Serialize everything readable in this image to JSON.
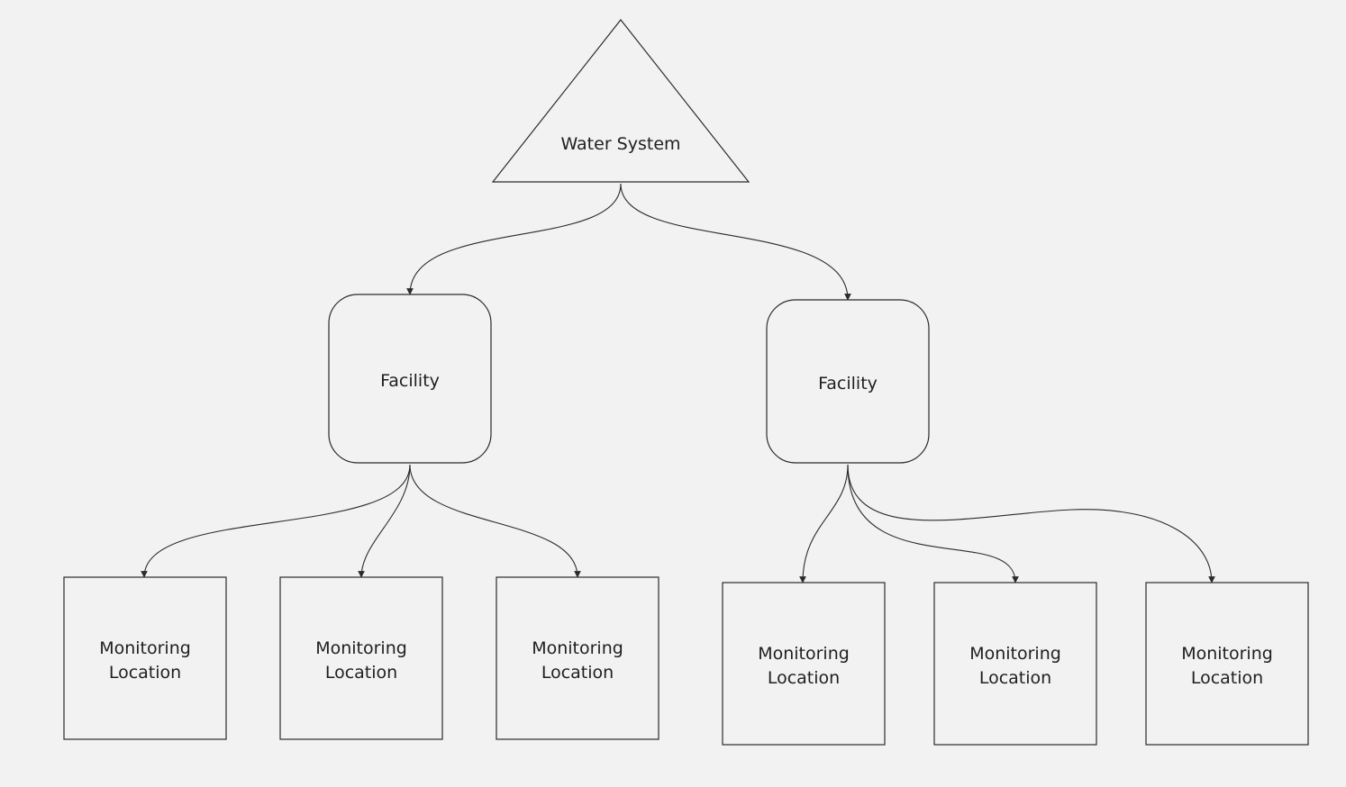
{
  "diagram": {
    "root": {
      "label": "Water System"
    },
    "facilities": [
      {
        "label": "Facility"
      },
      {
        "label": "Facility"
      }
    ],
    "monitoring_locations": [
      {
        "line1": "Monitoring",
        "line2": "Location",
        "facility": 0
      },
      {
        "line1": "Monitoring",
        "line2": "Location",
        "facility": 0
      },
      {
        "line1": "Monitoring",
        "line2": "Location",
        "facility": 0
      },
      {
        "line1": "Monitoring",
        "line2": "Location",
        "facility": 1
      },
      {
        "line1": "Monitoring",
        "line2": "Location",
        "facility": 1
      },
      {
        "line1": "Monitoring",
        "line2": "Location",
        "facility": 1
      }
    ]
  }
}
